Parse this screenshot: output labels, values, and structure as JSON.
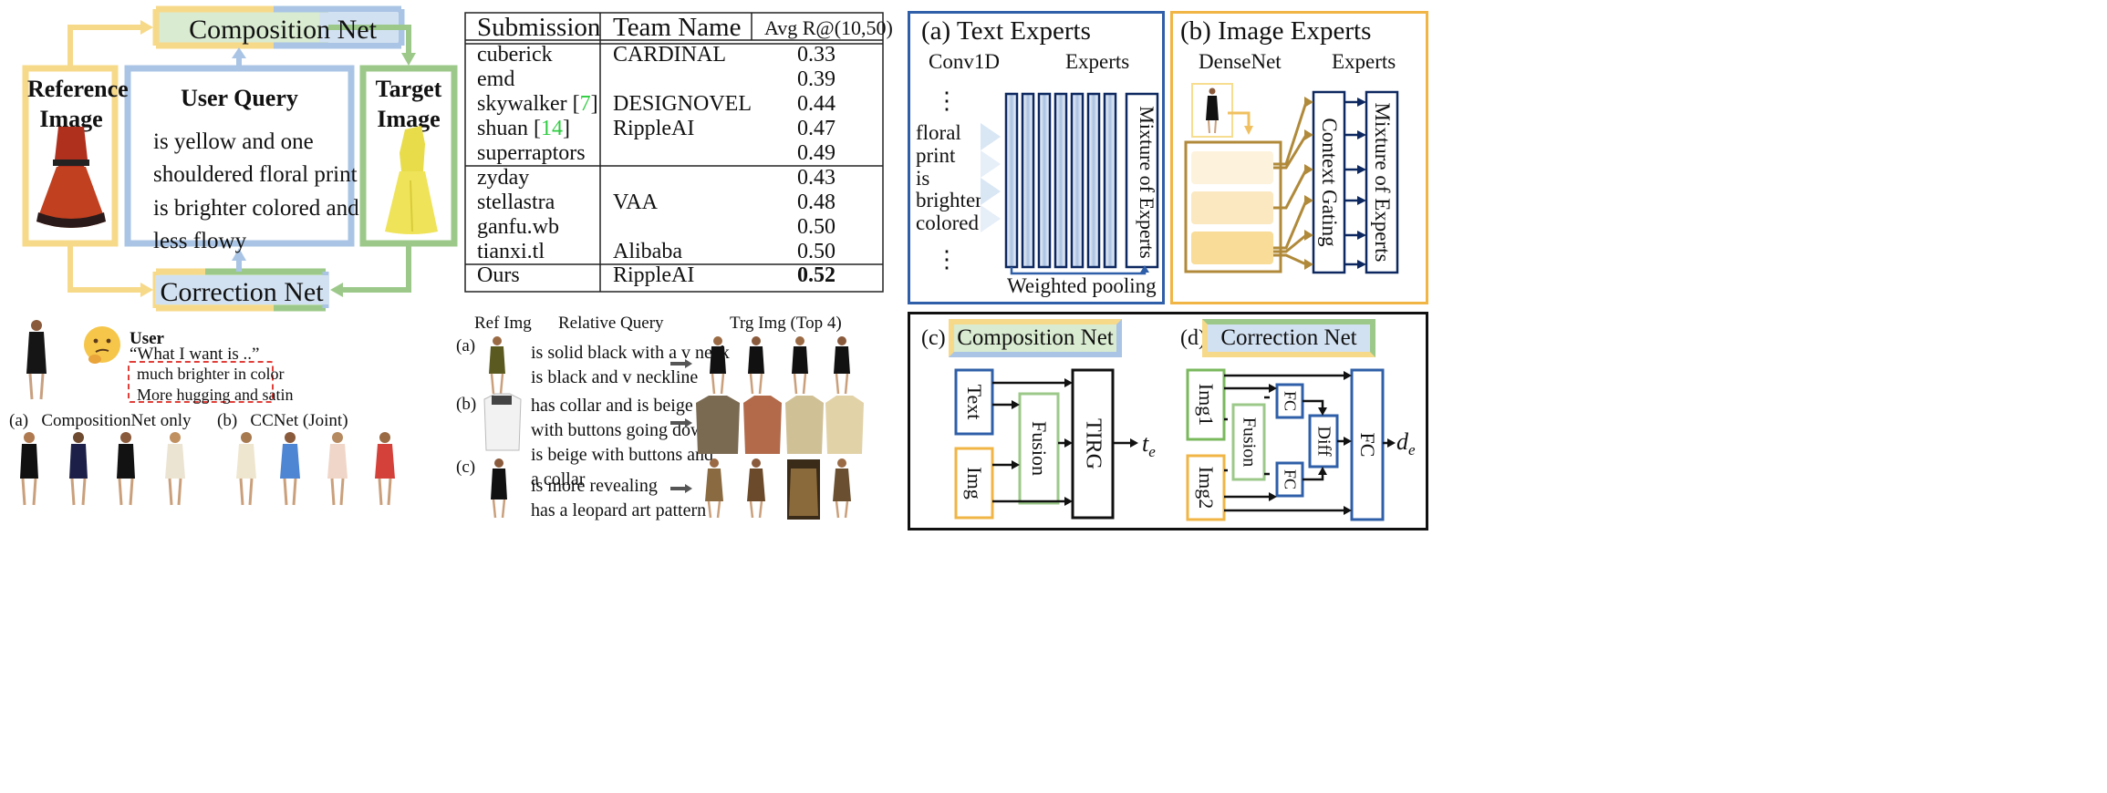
{
  "overview": {
    "composition_net": "Composition Net",
    "correction_net": "Correction Net",
    "reference_image": "Reference Image",
    "target_image": "Target Image",
    "user_query_title": "User Query",
    "user_query_lines": [
      "is yellow and one",
      "shouldered floral print",
      "is brighter colored and",
      "less flowy"
    ]
  },
  "table": {
    "headers": [
      "Submission",
      "Team Name",
      "Avg R@(10,50)"
    ],
    "groups": [
      [
        {
          "submission": "cuberick",
          "team": "CARDINAL",
          "score": "0.33"
        },
        {
          "submission": "emd",
          "team": "",
          "score": "0.39"
        },
        {
          "submission": "skywalker",
          "cite": "7",
          "team": "DESIGNOVEL",
          "score": "0.44"
        },
        {
          "submission": "shuan",
          "cite": "14",
          "team": "RippleAI",
          "score": "0.47"
        },
        {
          "submission": "superraptors",
          "team": "",
          "score": "0.49"
        }
      ],
      [
        {
          "submission": "zyday",
          "team": "",
          "score": "0.43"
        },
        {
          "submission": "stellastra",
          "team": "VAA",
          "score": "0.48"
        },
        {
          "submission": "ganfu.wb",
          "team": "",
          "score": "0.50"
        },
        {
          "submission": "tianxi.tl",
          "team": "Alibaba",
          "score": "0.50"
        }
      ],
      [
        {
          "submission": "Ours",
          "team": "RippleAI",
          "score": "0.52",
          "bold": true
        }
      ]
    ]
  },
  "user_example": {
    "user_label": "User",
    "quote": "“What I want is ..”",
    "lines": [
      "much brighter in color",
      "More hugging and satin"
    ],
    "a_label": "(a)   CompositionNet only",
    "b_label": "(b)   CCNet (Joint)"
  },
  "retrieval": {
    "headers": [
      "Ref Img",
      "Relative Query",
      "Trg Img (Top 4)"
    ],
    "rows": [
      {
        "label": "(a)",
        "query": [
          "is solid black with a v neck",
          "is black and v neckline"
        ]
      },
      {
        "label": "(b)",
        "query": [
          "has collar and is beige",
          "with buttons going down",
          "is beige with buttons and",
          "a collar"
        ]
      },
      {
        "label": "(c)",
        "query": [
          "is more revealing",
          "has a leopard art pattern"
        ]
      }
    ]
  },
  "text_experts": {
    "title": "(a) Text Experts",
    "conv": "Conv1D",
    "experts": "Experts",
    "words": [
      "floral",
      "print",
      "is",
      "brighter",
      "colored"
    ],
    "moe": "Mixture of Experts",
    "pooling": "Weighted pooling",
    "dots": "⋮"
  },
  "image_experts": {
    "title": "(b) Image Experts",
    "densenet": "DenseNet",
    "experts": "Experts",
    "gating": "Context Gating",
    "moe": "Mixture of Experts"
  },
  "composition": {
    "label": "(c)",
    "title": "Composition Net",
    "text": "Text",
    "img": "Img",
    "fusion": "Fusion",
    "tirg": "TIRG",
    "out": "t",
    "out_sub": "e"
  },
  "correction": {
    "label": "(d)",
    "title": "Correction Net",
    "img1": "Img1",
    "img2": "Img2",
    "fusion": "Fusion",
    "fc": "FC",
    "diff": "Diff",
    "out": "d",
    "out_sub": "e"
  },
  "colors": {
    "yellow": "#f7d98a",
    "blue": "#a9c4e4",
    "green": "#9cc98a",
    "dark_blue": "#2f5fa8",
    "orange": "#f0b545",
    "navy": "#0d2860"
  }
}
